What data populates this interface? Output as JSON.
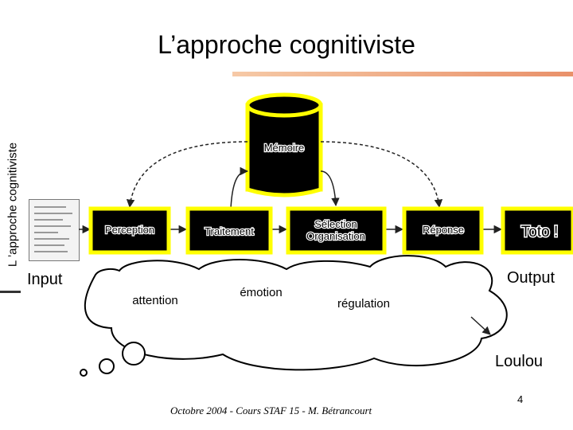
{
  "title": "L’approche cognitiviste",
  "side_label": "L ’approche cognitiviste",
  "nodes": {
    "memoire": "Mémoire",
    "perception": "Perception",
    "traitement": "Traitement",
    "selection_line1": "Sélection",
    "selection_line2": "Organisation",
    "reponse": "Réponse"
  },
  "cloud": {
    "attention": "attention",
    "emotion": "émotion",
    "regulation": "régulation"
  },
  "labels": {
    "input": "Input",
    "output": "Output",
    "toto": "Toto !",
    "loulou": "Loulou"
  },
  "footer": "Octobre 2004 - Cours STAF 15 - M. Bétrancourt",
  "page_number": "4",
  "colors": {
    "highlight": "#ffff00",
    "box": "#000000",
    "accent_start": "#f6c9a6",
    "accent_end": "#e9916a"
  }
}
